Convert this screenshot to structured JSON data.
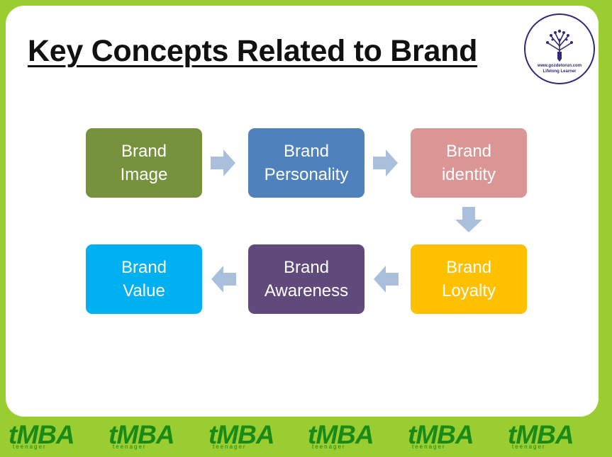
{
  "title": "Key Concepts Related to Brand",
  "logo": {
    "url": "www.gozdetorun.com",
    "tagline": "Lifelong Learner"
  },
  "colors": {
    "border": "#9ACD32",
    "arrow": "#A9BFDB",
    "footer_brand": "#1A8A16"
  },
  "boxes": [
    {
      "line1": "Brand",
      "line2": "Image",
      "color": "#76923C"
    },
    {
      "line1": "Brand",
      "line2": "Personality",
      "color": "#4F81BD"
    },
    {
      "line1": "Brand",
      "line2": "identity",
      "color": "#D99694"
    },
    {
      "line1": "Brand",
      "line2": "Loyalty",
      "color": "#FFC000"
    },
    {
      "line1": "Brand",
      "line2": "Awareness",
      "color": "#604A7B"
    },
    {
      "line1": "Brand",
      "line2": "Value",
      "color": "#00B0F0"
    }
  ],
  "footer": {
    "brand_text": "tMBA",
    "brand_sub": "teenager",
    "repeat": 6
  }
}
